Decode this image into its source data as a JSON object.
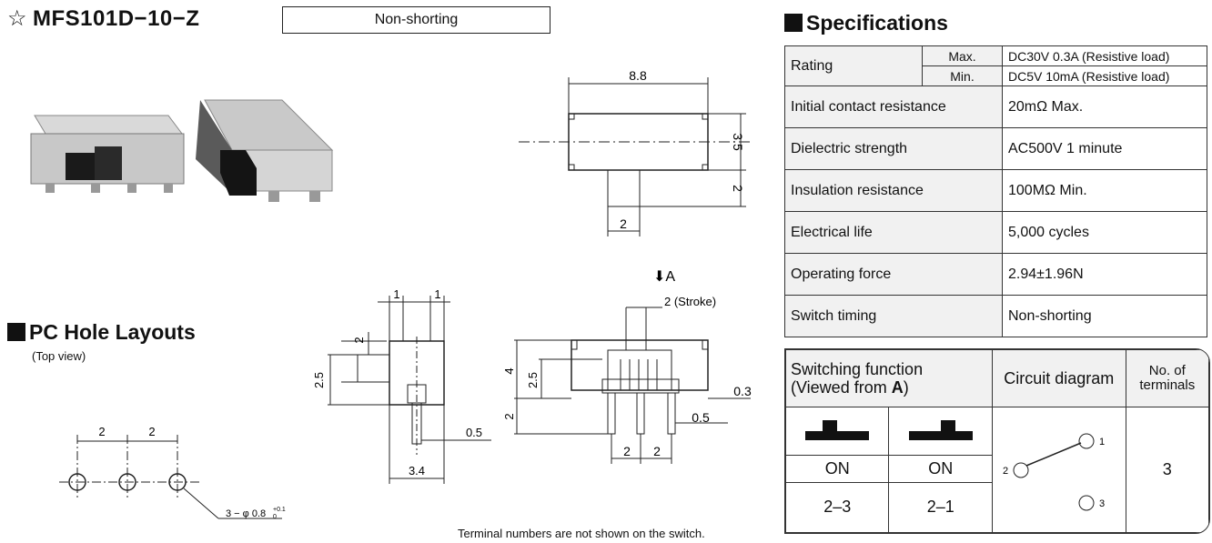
{
  "header": {
    "star": "☆",
    "model": "MFS101D−10−Z",
    "type_label": "Non-shorting"
  },
  "pc_hole": {
    "title": "PC Hole Layouts",
    "subtitle": "(Top view)",
    "dim1": "2",
    "dim2": "2",
    "hole_note": "3 − φ 0.8",
    "tol_plus": "+0.1",
    "tol_minus": "0"
  },
  "top_drawing": {
    "width": "8.8",
    "height": "3.5",
    "lever": "2",
    "lever_width": "2"
  },
  "side_drawing": {
    "d1a": "1",
    "d1b": "1",
    "d2": "2",
    "d25": "2.5",
    "d05": "0.5",
    "d34": "3.4"
  },
  "front_drawing": {
    "arrow_a": "⬇A",
    "stroke": "2 (Stroke)",
    "d4": "4",
    "d25": "2.5",
    "d2": "2",
    "d03": "0.3",
    "d05": "0.5",
    "p1": "2",
    "p2": "2"
  },
  "footnote": "Terminal numbers are not shown on the switch.",
  "specs": {
    "title": "Specifications",
    "rating_label": "Rating",
    "max_label": "Max.",
    "max_value": "DC30V 0.3A  (Resistive load)",
    "min_label": "Min.",
    "min_value": "DC5V 10mA  (Resistive load)",
    "rows": [
      {
        "label": "Initial contact resistance",
        "value": "20mΩ  Max."
      },
      {
        "label": "Dielectric strength",
        "value": "AC500V 1 minute"
      },
      {
        "label": "Insulation resistance",
        "value": "100MΩ  Min."
      },
      {
        "label": "Electrical life",
        "value": "5,000 cycles"
      },
      {
        "label": "Operating force",
        "value": "2.94±1.96N"
      },
      {
        "label": "Switch timing",
        "value": "Non-shorting"
      }
    ]
  },
  "switching": {
    "header_func_1": "Switching function",
    "header_func_2": "(Viewed from ",
    "header_func_bold": "A",
    "header_func_end": ")",
    "header_circuit": "Circuit diagram",
    "header_terminals_1": "No. of",
    "header_terminals_2": "terminals",
    "pos1_state": "ON",
    "pos2_state": "ON",
    "pos1_conn": "2–3",
    "pos2_conn": "2–1",
    "terminals": "3",
    "t1": "1",
    "t2": "2",
    "t3": "3"
  }
}
